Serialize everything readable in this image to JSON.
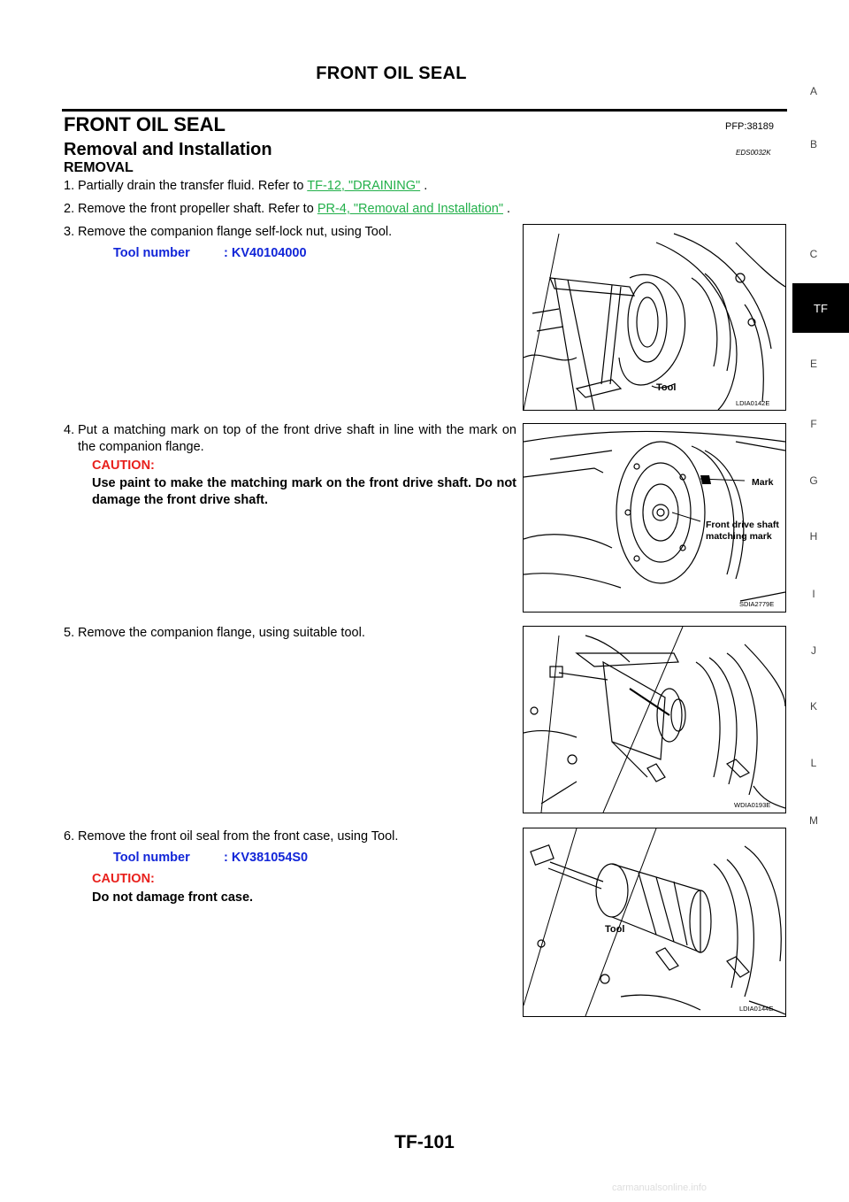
{
  "header": {
    "title": "FRONT OIL SEAL"
  },
  "section": {
    "title": "FRONT OIL SEAL",
    "pfp": "PFP:38189",
    "subtitle": "Removal and Installation",
    "code": "EDS0032K",
    "heading": "REMOVAL"
  },
  "steps": [
    {
      "num": "1.",
      "text": "Partially drain the transfer fluid. Refer to ",
      "link": "TF-12, \"DRAINING\"",
      "after": " ."
    },
    {
      "num": "2.",
      "text": "Remove the front propeller shaft. Refer to ",
      "link": "PR-4, \"Removal and Installation\"",
      "after": " ."
    },
    {
      "num": "3.",
      "text": "Remove the companion flange self-lock nut, using Tool."
    },
    {
      "num": "4.",
      "text": "Put a matching mark on top of the front drive shaft in line with the mark on the companion flange."
    },
    {
      "num": "5.",
      "text": " Remove the companion flange, using suitable tool."
    },
    {
      "num": "6.",
      "text": "Remove the front oil seal from the front case, using Tool."
    }
  ],
  "tool1": {
    "label": "Tool number",
    "value": ": KV40104000"
  },
  "tool2": {
    "label": "Tool number",
    "value": ": KV381054S0"
  },
  "caution1": {
    "label": "CAUTION:",
    "text": "Use paint to make the matching mark on the front drive shaft. Do not damage the front drive shaft."
  },
  "caution2": {
    "label": "CAUTION:",
    "text": "Do not damage front case."
  },
  "figures": [
    {
      "code": "LDIA0142E",
      "callouts": [
        "Tool"
      ]
    },
    {
      "code": "SDIA2779E",
      "callouts": [
        "Mark",
        "Front drive shaft",
        "matching mark"
      ]
    },
    {
      "code": "WDIA0193E",
      "callouts": []
    },
    {
      "code": "LDIA0144E",
      "callouts": [
        "Tool"
      ]
    }
  ],
  "side_index": [
    "A",
    "B",
    "C",
    "TF",
    "E",
    "F",
    "G",
    "H",
    "I",
    "J",
    "K",
    "L",
    "M"
  ],
  "page_number": "TF-101",
  "watermark": "carmanualsonline.info",
  "colors": {
    "link": "#22b04a",
    "caution": "#e8201c",
    "tool_number": "#1226d8",
    "tab": "#000000"
  }
}
